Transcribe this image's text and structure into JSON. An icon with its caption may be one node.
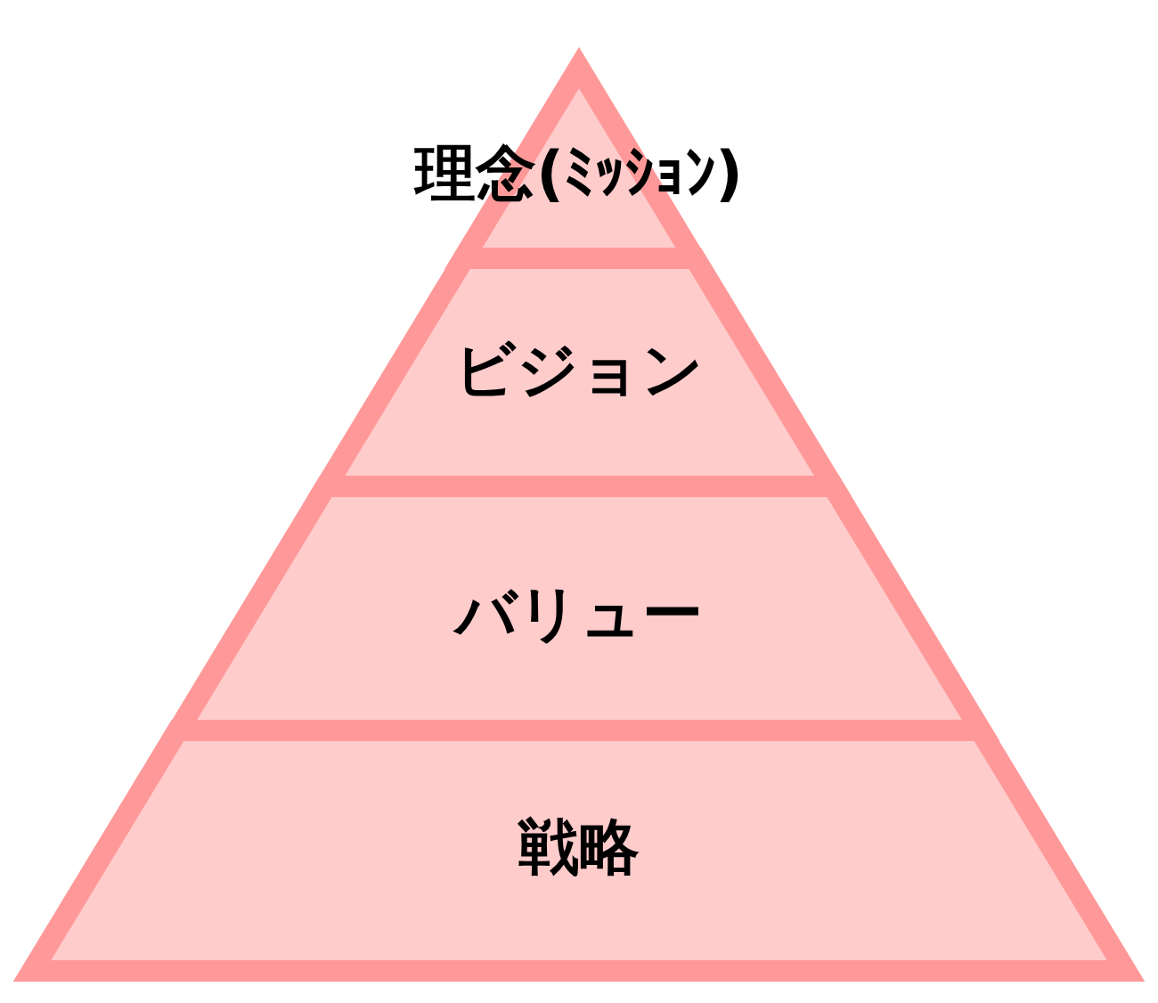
{
  "diagram": {
    "nodes": [
      {
        "text": [
          "理念(ﾐｯｼｮﾝ)"
        ]
      },
      {
        "text": [
          "ビジョン"
        ]
      },
      {
        "text": [
          "バリュー"
        ]
      },
      {
        "text": [
          "戦略"
        ]
      }
    ]
  }
}
